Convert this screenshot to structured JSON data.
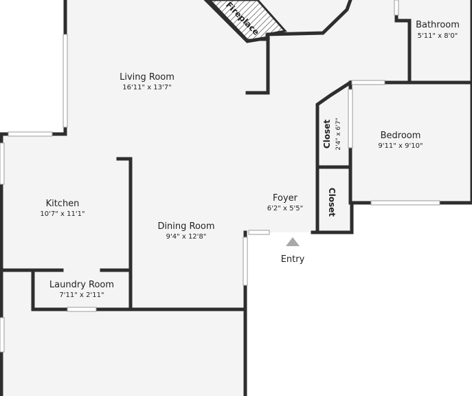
{
  "rooms": {
    "living": {
      "name": "Living Room",
      "dims": "16'11\" x 13'7\""
    },
    "kitchen": {
      "name": "Kitchen",
      "dims": "10'7\" x 11'1\""
    },
    "dining": {
      "name": "Dining Room",
      "dims": "9'4\" x 12'8\""
    },
    "laundry": {
      "name": "Laundry Room",
      "dims": "7'11\" x 2'11\""
    },
    "foyer": {
      "name": "Foyer",
      "dims": "6'2\" x 5'5\""
    },
    "bedroom": {
      "name": "Bedroom",
      "dims": "9'11\" x 9'10\""
    },
    "bathroom": {
      "name": "Bathroom",
      "dims": "5'11\" x 8'0\""
    },
    "closet1": {
      "name": "Closet",
      "dims": "2'4\" x 6'7\""
    },
    "closet2": {
      "name": "Closet"
    }
  },
  "fireplace": {
    "label": "Fireplace"
  },
  "entry": {
    "label": "Entry"
  },
  "colors": {
    "floor": "#f4f4f4",
    "wall": "#2e2e2e",
    "window": "#ffffff",
    "entry_arrow": "#a8a8a8"
  }
}
